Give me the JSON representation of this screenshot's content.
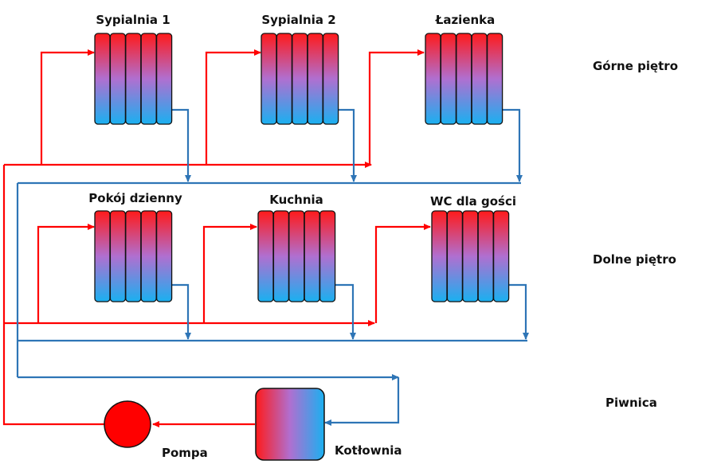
{
  "colors": {
    "supply": "#ff0000",
    "return": "#2e75b6",
    "hot": "#ff1a1a",
    "cold": "#1ab0f0"
  },
  "rooms": [
    {
      "name": "Sypialnia 1",
      "floor": "upper"
    },
    {
      "name": "Sypialnia 2",
      "floor": "upper"
    },
    {
      "name": "Łazienka",
      "floor": "upper"
    },
    {
      "name": "Pokój dzienny",
      "floor": "lower"
    },
    {
      "name": "Kuchnia",
      "floor": "lower"
    },
    {
      "name": "WC dla gości",
      "floor": "lower"
    }
  ],
  "floors": {
    "upper": "Górne piętro",
    "lower": "Dolne piętro",
    "basement": "Piwnica"
  },
  "pump": {
    "label": "Pompa"
  },
  "boiler": {
    "label": "Kotłownia"
  }
}
